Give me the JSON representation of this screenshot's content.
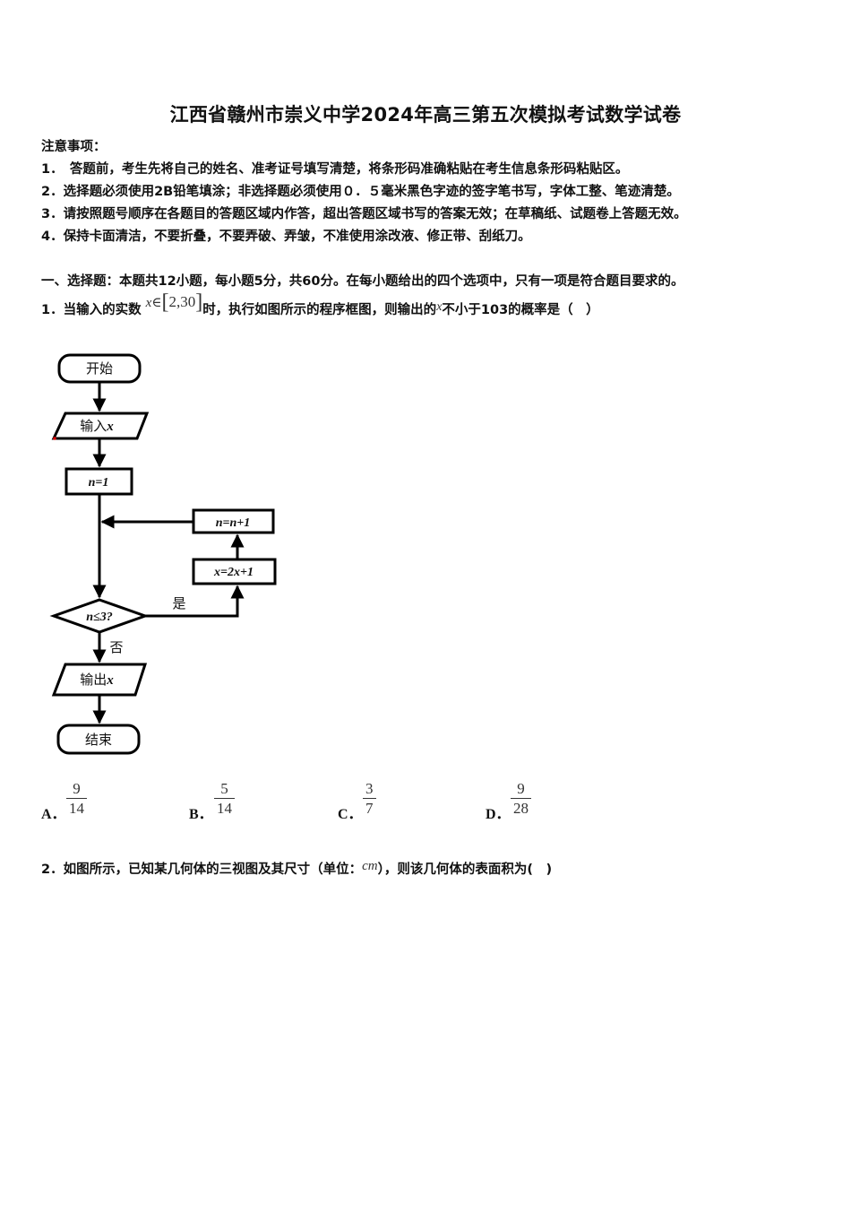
{
  "document": {
    "title": "江西省赣州市崇义中学2024年高三第五次模拟考试数学试卷",
    "notice": {
      "heading": "注意事项：",
      "items": [
        "1．　答题前，考生先将自己的姓名、准考证号填写清楚，将条形码准确粘贴在考生信息条形码粘贴区。",
        "2．选择题必须使用2B铅笔填涂；非选择题必须使用０．５毫米黑色字迹的签字笔书写，字体工整、笔迹清楚。",
        "3．请按照题号顺序在各题目的答题区域内作答，超出答题区域书写的答案无效；在草稿纸、试题卷上答题无效。",
        "4．保持卡面清洁，不要折叠，不要弄破、弄皱，不准使用涂改液、修正带、刮纸刀。"
      ]
    },
    "section1": {
      "heading": "一、选择题：本题共12小题，每小题5分，共60分。在每小题给出的四个选项中，只有一项是符合题目要求的。"
    },
    "q1": {
      "prefix": "1．当输入的实数",
      "math_var": "x",
      "math_in": "∈",
      "math_interval_open": "[",
      "math_interval": "2,30",
      "math_interval_close": "]",
      "mid": "时，执行如图所示的程序框图，则输出的",
      "math_var2": "x",
      "suffix": "不小于103的概率是（　）",
      "flowchart": {
        "start": "开始",
        "input_label": "输入",
        "input_var": "x",
        "init": "n=1",
        "update_n": "n=n+1",
        "update_x": "x=2x+1",
        "condition": "n≤3?",
        "yes": "是",
        "no": "否",
        "output_label": "输出",
        "output_var": "x",
        "end": "结束"
      },
      "options": [
        {
          "letter": "A．",
          "num": "9",
          "den": "14"
        },
        {
          "letter": "B．",
          "num": "5",
          "den": "14"
        },
        {
          "letter": "C．",
          "num": "3",
          "den": "7"
        },
        {
          "letter": "D．",
          "num": "9",
          "den": "28"
        }
      ]
    },
    "q2": {
      "prefix": "2．如图所示，已知某几何体的三视图及其尺寸（单位：",
      "unit": "cm",
      "suffix": "），则该几何体的表面积为(　)"
    }
  }
}
